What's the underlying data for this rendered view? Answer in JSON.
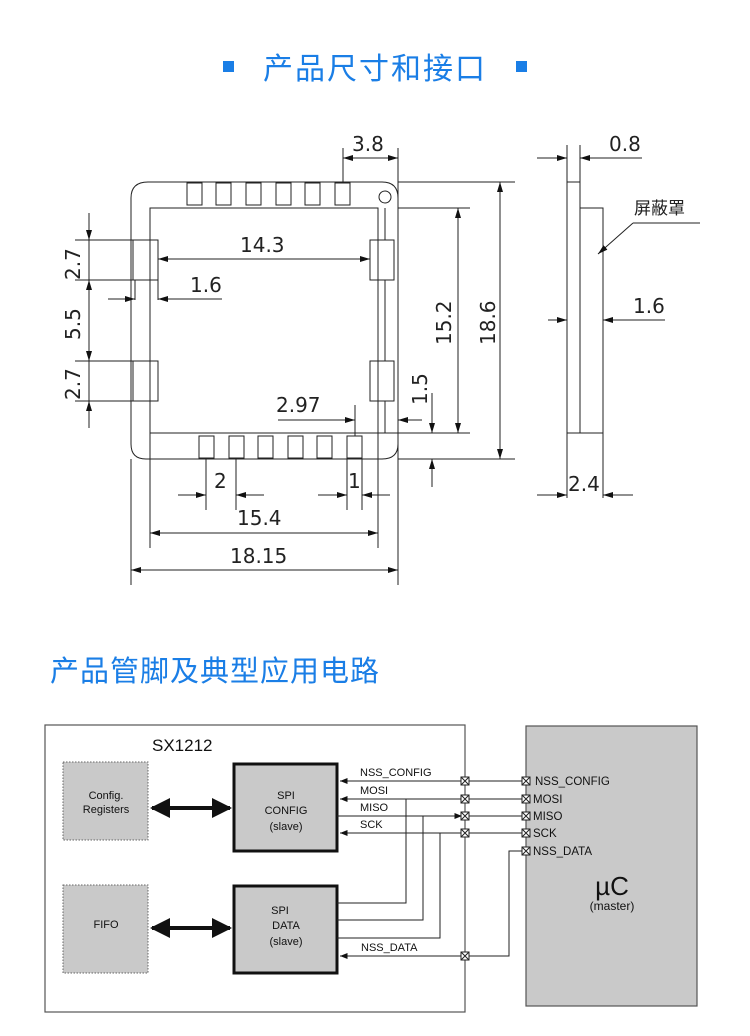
{
  "header": {
    "title": "产品尺寸和接口",
    "accent_color": "#1a7ee6"
  },
  "dimensions_drawing": {
    "top_view": {
      "dims": {
        "corner_offset": "3.8",
        "pad_height_top": "2.7",
        "pad_gap": "5.5",
        "pad_height_bottom": "2.7",
        "pad_span": "14.3",
        "pad_width": "1.6",
        "inner_height": "15.2",
        "outer_height": "18.6",
        "bottom_margin": "1.5",
        "pin_offset": "2.97",
        "pin_pitch": "2",
        "pin_width": "1",
        "inner_width": "15.4",
        "outer_width": "18.15"
      }
    },
    "side_view": {
      "dims": {
        "pcb_thickness": "0.8",
        "shield_thickness": "1.6",
        "total_thickness": "2.4"
      },
      "shield_label": "屏蔽罩"
    }
  },
  "section2": {
    "title": "产品管脚及典型应用电路"
  },
  "circuit": {
    "chip_name": "SX1212",
    "blocks": {
      "config_registers": [
        "Config.",
        "Registers"
      ],
      "fifo": [
        "FIFO"
      ],
      "spi_config": [
        "SPI",
        "CONFIG",
        "(slave)"
      ],
      "spi_data": [
        "SPI",
        "DATA",
        "(slave)"
      ],
      "mcu_title": "µC",
      "mcu_sub": "(master)"
    },
    "signals": {
      "nss_config": "NSS_CONFIG",
      "mosi": "MOSI",
      "miso": "MISO",
      "sck": "SCK",
      "nss_data": "NSS_DATA"
    },
    "mcu_pins": [
      "NSS_CONFIG",
      "MOSI",
      "MISO",
      "SCK",
      "NSS_DATA"
    ]
  }
}
